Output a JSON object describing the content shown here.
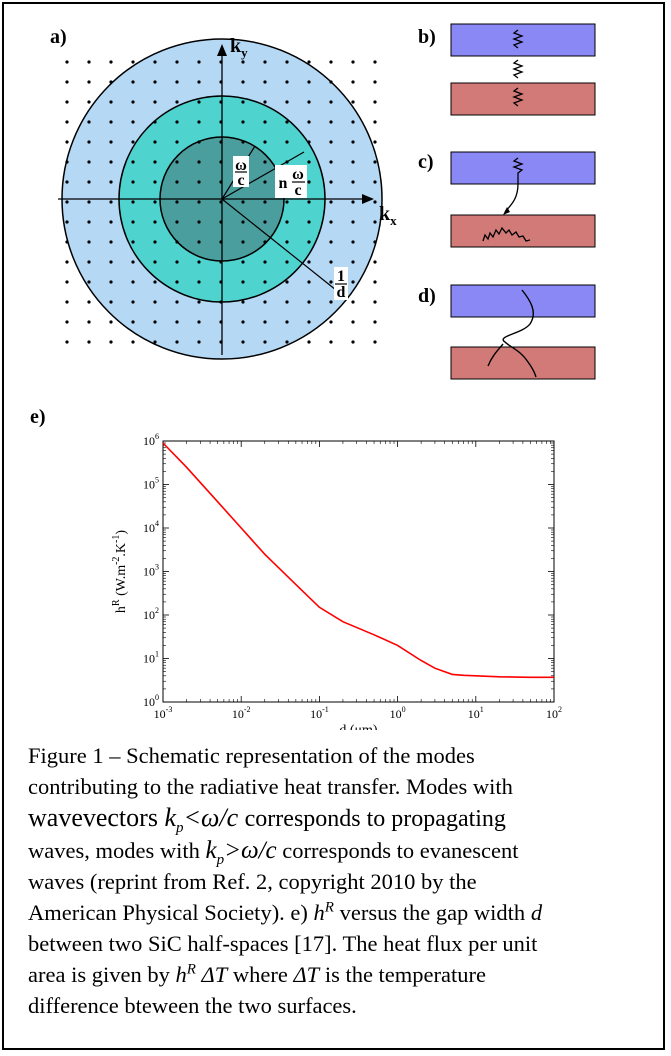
{
  "panel_labels": {
    "a": "a)",
    "b": "b)",
    "c": "c)",
    "d": "d)",
    "e": "e)"
  },
  "diagram_a": {
    "axis_x": "k",
    "axis_x_sub": "x",
    "axis_y": "k",
    "axis_y_sub": "y",
    "label_inner_num": "ω",
    "label_inner_den": "c",
    "label_mid_prefix": "n",
    "label_mid_num": "ω",
    "label_mid_den": "c",
    "label_outer_num": "1",
    "label_outer_den": "d",
    "colors": {
      "outer": "#b5d8f5",
      "middle": "#4fd3cf",
      "inner": "#4a9e9e"
    }
  },
  "slab_colors": {
    "top": "#8a88f5",
    "bottom": "#d27a78"
  },
  "chart_data": {
    "type": "line",
    "xlabel": "d (μm)",
    "ylabel": "h^R (W.m^-2.K^-1)",
    "xscale": "log",
    "yscale": "log",
    "xlim": [
      0.001,
      100
    ],
    "ylim": [
      1,
      1000000
    ],
    "x_ticks": [
      {
        "base": "10",
        "exp": "-3",
        "v": 0.001
      },
      {
        "base": "10",
        "exp": "-2",
        "v": 0.01
      },
      {
        "base": "10",
        "exp": "-1",
        "v": 0.1
      },
      {
        "base": "10",
        "exp": "0",
        "v": 1
      },
      {
        "base": "10",
        "exp": "1",
        "v": 10
      },
      {
        "base": "10",
        "exp": "2",
        "v": 100
      }
    ],
    "y_ticks": [
      {
        "base": "10",
        "exp": "0",
        "v": 1
      },
      {
        "base": "10",
        "exp": "1",
        "v": 10
      },
      {
        "base": "10",
        "exp": "2",
        "v": 100
      },
      {
        "base": "10",
        "exp": "3",
        "v": 1000
      },
      {
        "base": "10",
        "exp": "4",
        "v": 10000
      },
      {
        "base": "10",
        "exp": "5",
        "v": 100000
      },
      {
        "base": "10",
        "exp": "6",
        "v": 1000000
      }
    ],
    "series": [
      {
        "color": "#ff0000",
        "x": [
          0.001,
          0.002,
          0.005,
          0.01,
          0.02,
          0.05,
          0.1,
          0.2,
          0.5,
          1,
          2,
          3,
          5,
          7,
          10,
          20,
          50,
          100
        ],
        "y": [
          900000,
          250000,
          40000,
          10000,
          2500,
          500,
          150,
          70,
          35,
          20,
          9,
          6,
          4.3,
          4.1,
          4.0,
          3.8,
          3.7,
          3.7
        ]
      }
    ]
  },
  "caption": {
    "l1": "Figure 1 – Schematic representation of the modes",
    "l2": "contributing to the radiative heat transfer. Modes with",
    "l3a": "wavevectors",
    "kp1_k": "k",
    "kp1_sub": "p",
    "cond1": "<ω/c",
    "l3b": "corresponds to propagating",
    "l4a": "waves, modes with",
    "kp2_k": "k",
    "kp2_sub": "p",
    "cond2": ">ω/c",
    "l4b": "corresponds to evanescent",
    "l5": "waves (reprint from Ref. 2, copyright 2010 by the",
    "l6a": "American Physical Society). e)",
    "h1_h": "h",
    "h1_sup": "R",
    "l6b": "versus the gap width",
    "d_var": "d",
    "l7": "between two SiC half-spaces [17]. The heat flux per unit",
    "l8a": "area is given by",
    "h2_h": "h",
    "h2_sup": "R",
    "dT1": "ΔT",
    "l8b": "where",
    "dT2": "ΔT",
    "l8c": "is the temperature",
    "l9": "difference bteween the two surfaces."
  }
}
